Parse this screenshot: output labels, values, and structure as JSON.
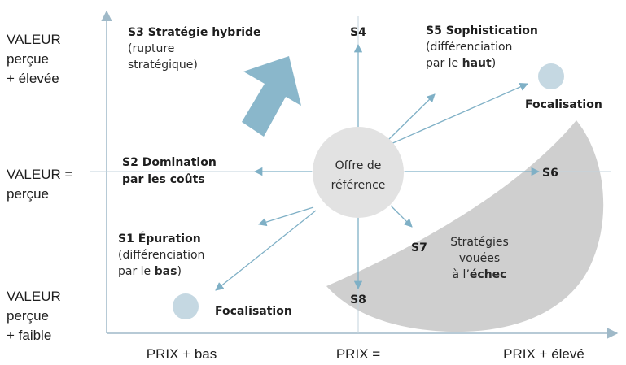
{
  "colors": {
    "axis": "#9fb9c8",
    "arrow": "#7fb0c6",
    "big_arrow": "#8ab7cb",
    "circle_fill": "#e2e2e2",
    "focus_circle": "#c5d8e2",
    "crescent": "#cfcfcf",
    "text": "#1e1e1e"
  },
  "y_axis": {
    "high": [
      "VALEUR",
      "perçue",
      "+ élevée"
    ],
    "mid": [
      "VALEUR =",
      "perçue"
    ],
    "low": [
      "VALEUR",
      "perçue",
      "+ faible"
    ]
  },
  "x_axis": {
    "low": "PRIX + bas",
    "mid": "PRIX =",
    "high": "PRIX + élevé"
  },
  "center": {
    "line1": "Offre de",
    "line2": "référence"
  },
  "strategies": {
    "s1": {
      "title": "S1 Épuration",
      "line1": "(différenciation",
      "line2_pre": "par le ",
      "line2_bold": "bas",
      "line2_post": ")"
    },
    "s2": {
      "line1": "S2 Domination",
      "line2": "par les coûts"
    },
    "s3": {
      "title": "S3 Stratégie hybride",
      "line1": "(rupture",
      "line2": "stratégique)"
    },
    "s4": {
      "title": "S4"
    },
    "s5": {
      "title": "S5 Sophistication",
      "line1": "(différenciation",
      "line2_pre": "par le ",
      "line2_bold": "haut",
      "line2_post": ")"
    },
    "s6": {
      "title": "S6"
    },
    "s7": {
      "title": "S7"
    },
    "s8": {
      "title": "S8"
    }
  },
  "failure": {
    "line1": "Stratégies",
    "line2": "vouées",
    "line3_pre": "à l’",
    "line3_bold": "échec"
  },
  "focus_top": "Focalisation",
  "focus_bottom": "Focalisation"
}
